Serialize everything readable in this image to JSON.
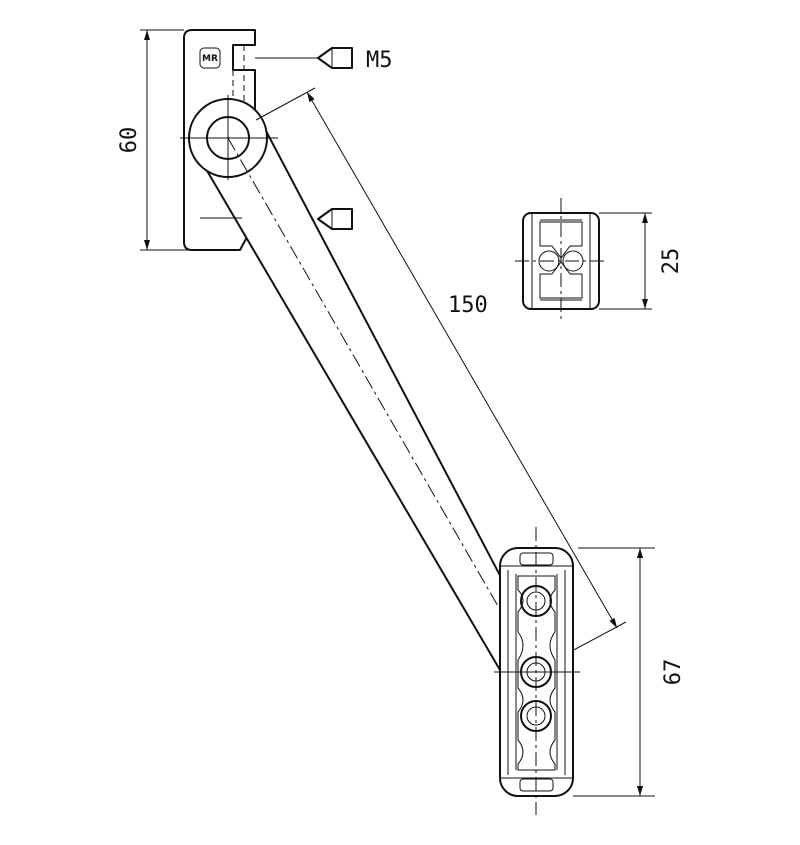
{
  "dimensions": {
    "height_top_part": "60",
    "length_arm": "150",
    "height_end_view": "25",
    "height_bottom_part": "67"
  },
  "thread_label": "M5",
  "logo_text": "MR",
  "colors": {
    "line": "#111111",
    "background": "#ffffff"
  }
}
